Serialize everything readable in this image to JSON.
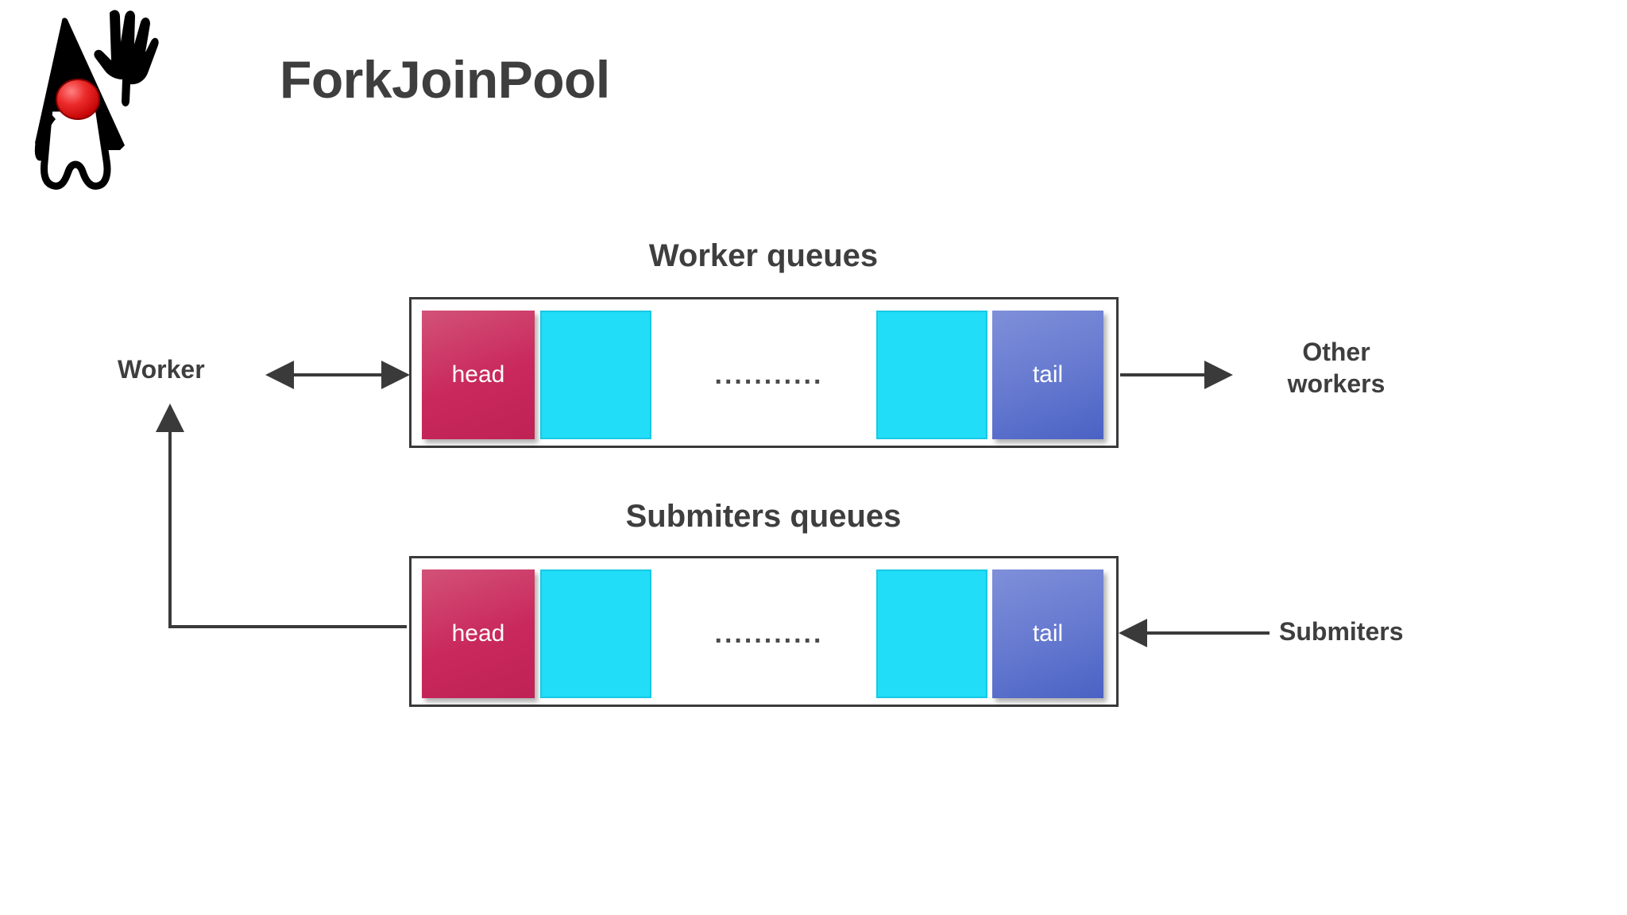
{
  "title": "ForkJoinPool",
  "logo": {
    "name": "duke-java-mascot",
    "body_color": "#000000",
    "nose_color": "#e8262c"
  },
  "headings": {
    "worker_queues": "Worker queues",
    "submiters_queues": "Submiters queues"
  },
  "labels": {
    "worker": "Worker",
    "other_workers": "Other\nworkers",
    "submiters": "Submiters"
  },
  "queues": [
    {
      "id": "worker-queue",
      "heading": "Worker queues",
      "cells": [
        {
          "label": "head",
          "role": "head",
          "color": "#c9285c"
        },
        {
          "label": "",
          "role": "task",
          "color": "#22ddf7"
        },
        {
          "label": "",
          "role": "task",
          "color": "#22ddf7"
        },
        {
          "label": "tail",
          "role": "tail",
          "color": "#6478cf"
        }
      ],
      "ellipsis": "..........."
    },
    {
      "id": "submiters-queue",
      "heading": "Submiters queues",
      "cells": [
        {
          "label": "head",
          "role": "head",
          "color": "#c9285c"
        },
        {
          "label": "",
          "role": "task",
          "color": "#22ddf7"
        },
        {
          "label": "",
          "role": "task",
          "color": "#22ddf7"
        },
        {
          "label": "tail",
          "role": "tail",
          "color": "#6478cf"
        }
      ],
      "ellipsis": "..........."
    }
  ],
  "arrows": [
    {
      "name": "worker-to-head-arrow",
      "direction": "both",
      "from": "Worker",
      "to": "worker queue head"
    },
    {
      "name": "tail-to-other-workers-arrow",
      "direction": "right",
      "from": "worker queue tail",
      "to": "Other workers"
    },
    {
      "name": "submiters-to-tail-arrow",
      "direction": "left",
      "from": "Submiters",
      "to": "submiters queue tail"
    },
    {
      "name": "submiters-queue-to-worker-arrow",
      "direction": "up",
      "from": "submiters queue",
      "to": "Worker"
    }
  ],
  "colors": {
    "text": "#3e3e3e",
    "head": "#c9285c",
    "task": "#22ddf7",
    "tail": "#6478cf",
    "border": "#3a3a3a",
    "background": "#ffffff"
  }
}
